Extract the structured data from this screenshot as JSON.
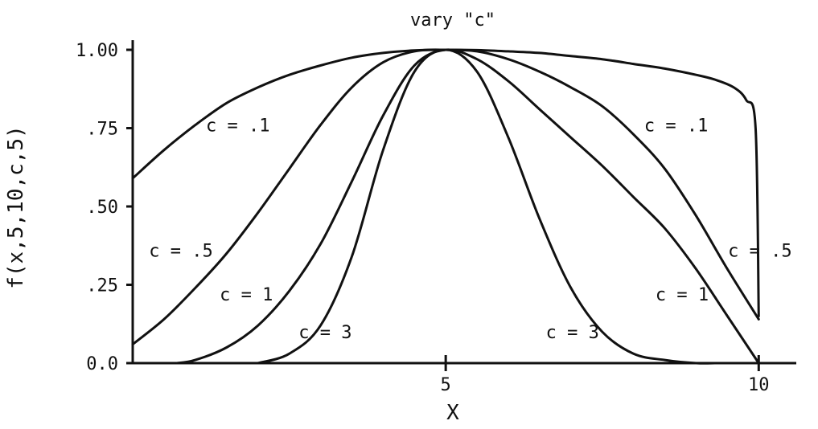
{
  "chart_data": {
    "type": "line",
    "title": "vary \"c\"",
    "xlabel": "X",
    "ylabel": "f(x,5,10,c,5)",
    "xlim": [
      0,
      10.6
    ],
    "ylim": [
      0,
      1.0
    ],
    "x_ticks": [
      {
        "value": 5,
        "label": "5"
      },
      {
        "value": 10,
        "label": "10"
      }
    ],
    "y_ticks": [
      {
        "value": 0.0,
        "label": "0.0"
      },
      {
        "value": 0.25,
        "label": ".25"
      },
      {
        "value": 0.5,
        "label": ".50"
      },
      {
        "value": 0.75,
        "label": ".75"
      },
      {
        "value": 1.0,
        "label": "1.00"
      }
    ],
    "grid": false,
    "series": [
      {
        "name": "c = .1",
        "x": [
          0,
          0.5,
          1,
          1.5,
          2,
          2.5,
          3,
          3.5,
          4,
          4.5,
          5,
          5.5,
          6,
          6.5,
          7,
          7.5,
          8,
          8.5,
          9,
          9.3,
          9.6,
          9.8,
          9.95,
          10
        ],
        "y": [
          0.59,
          0.68,
          0.76,
          0.83,
          0.88,
          0.92,
          0.95,
          0.975,
          0.99,
          0.998,
          1.0,
          0.999,
          0.995,
          0.99,
          0.98,
          0.97,
          0.955,
          0.94,
          0.92,
          0.905,
          0.88,
          0.84,
          0.75,
          0.15
        ]
      },
      {
        "name": "c = .5",
        "x": [
          0,
          0.5,
          1,
          1.5,
          2,
          2.5,
          3,
          3.5,
          4,
          4.5,
          5,
          5.5,
          6,
          6.5,
          7,
          7.5,
          8,
          8.5,
          9,
          9.5,
          10
        ],
        "y": [
          0.06,
          0.14,
          0.24,
          0.35,
          0.48,
          0.62,
          0.76,
          0.88,
          0.96,
          0.995,
          1.0,
          0.995,
          0.97,
          0.93,
          0.88,
          0.82,
          0.73,
          0.62,
          0.47,
          0.3,
          0.14
        ]
      },
      {
        "name": "c = 1",
        "x": [
          0.7,
          1,
          1.5,
          2,
          2.5,
          3,
          3.5,
          4,
          4.5,
          5,
          5.5,
          6,
          6.5,
          7,
          7.5,
          8,
          8.5,
          9,
          9.5,
          10
        ],
        "y": [
          0.0,
          0.01,
          0.05,
          0.12,
          0.23,
          0.38,
          0.58,
          0.79,
          0.95,
          1.0,
          0.97,
          0.9,
          0.81,
          0.72,
          0.63,
          0.53,
          0.43,
          0.3,
          0.15,
          0.0
        ]
      },
      {
        "name": "c = 3",
        "x": [
          2.0,
          2.5,
          3,
          3.5,
          4,
          4.5,
          5,
          5.5,
          6,
          6.5,
          7,
          7.5,
          8,
          8.5,
          9,
          9.3
        ],
        "y": [
          0.0,
          0.03,
          0.12,
          0.34,
          0.68,
          0.93,
          1.0,
          0.93,
          0.72,
          0.46,
          0.24,
          0.1,
          0.03,
          0.01,
          0.0,
          0.0
        ]
      }
    ],
    "annotations": [
      {
        "text": "c = .1",
        "x": 1.17,
        "y": 0.74
      },
      {
        "text": "c = .1",
        "x": 8.17,
        "y": 0.74
      },
      {
        "text": "c = .5",
        "x": 0.26,
        "y": 0.34
      },
      {
        "text": "c = .5",
        "x": 9.51,
        "y": 0.34
      },
      {
        "text": "c = 1",
        "x": 1.39,
        "y": 0.2
      },
      {
        "text": "c = 1",
        "x": 8.35,
        "y": 0.2
      },
      {
        "text": "c = 3",
        "x": 2.65,
        "y": 0.08
      },
      {
        "text": "c = 3",
        "x": 6.6,
        "y": 0.08
      }
    ]
  }
}
